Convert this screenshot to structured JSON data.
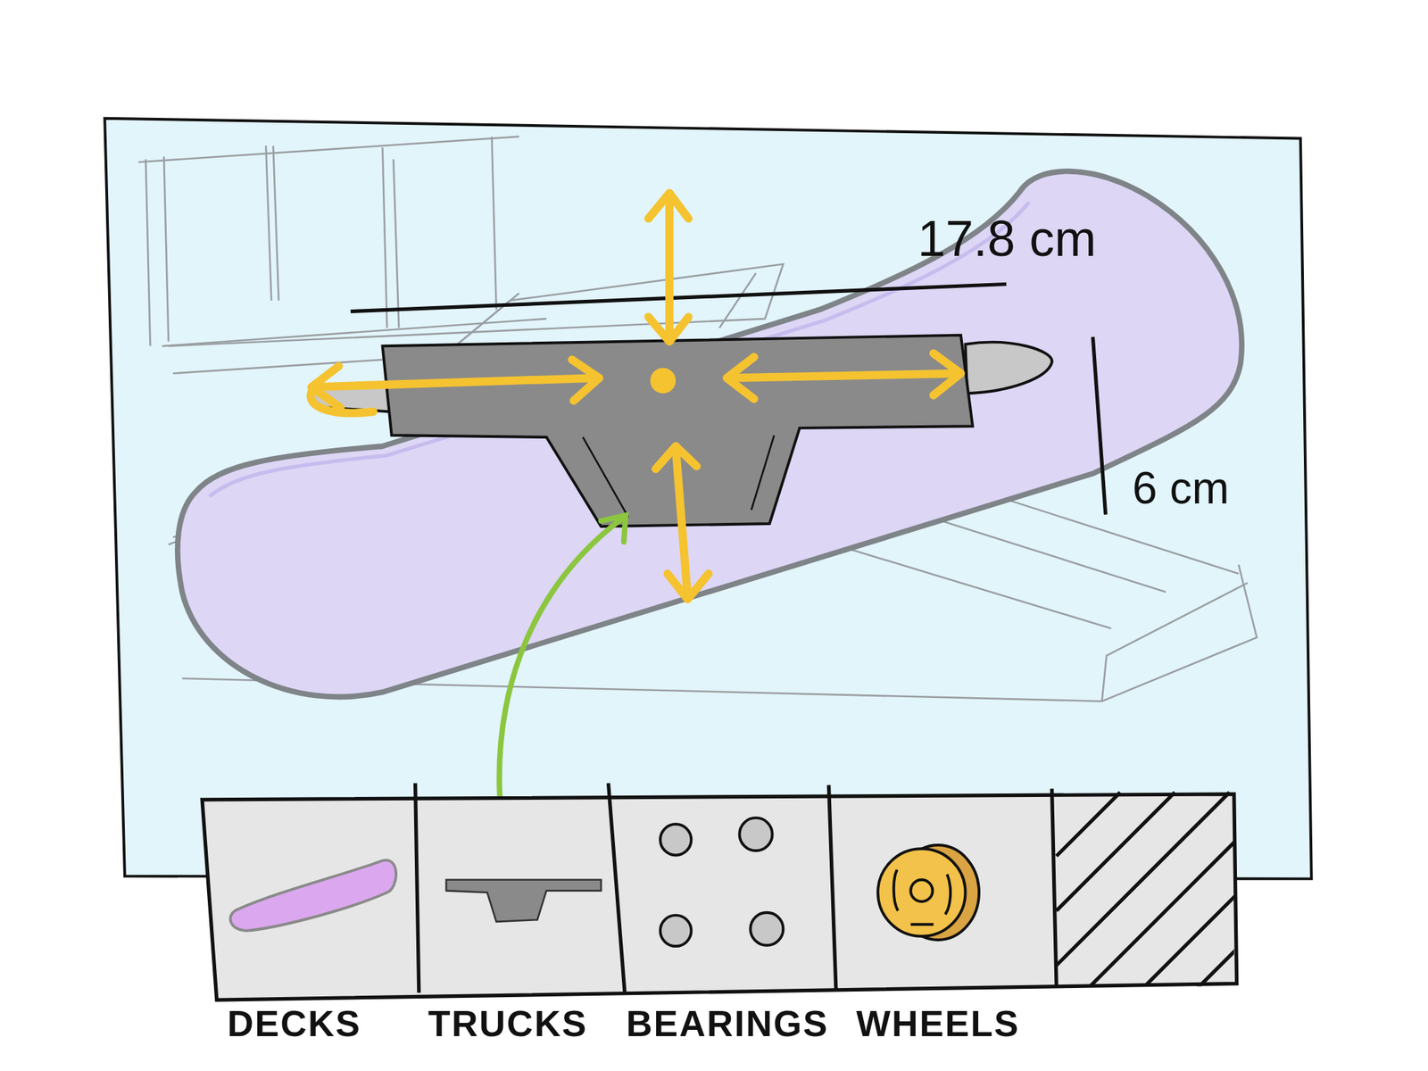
{
  "diagram": {
    "nodes": [
      {
        "text": [
          "DECKS"
        ]
      },
      {
        "text": [
          "TRUCKS"
        ]
      },
      {
        "text": [
          "BEARINGS"
        ]
      },
      {
        "text": [
          "WHEELS"
        ]
      }
    ],
    "labels": [
      "17.8 cm",
      "6 cm"
    ]
  }
}
